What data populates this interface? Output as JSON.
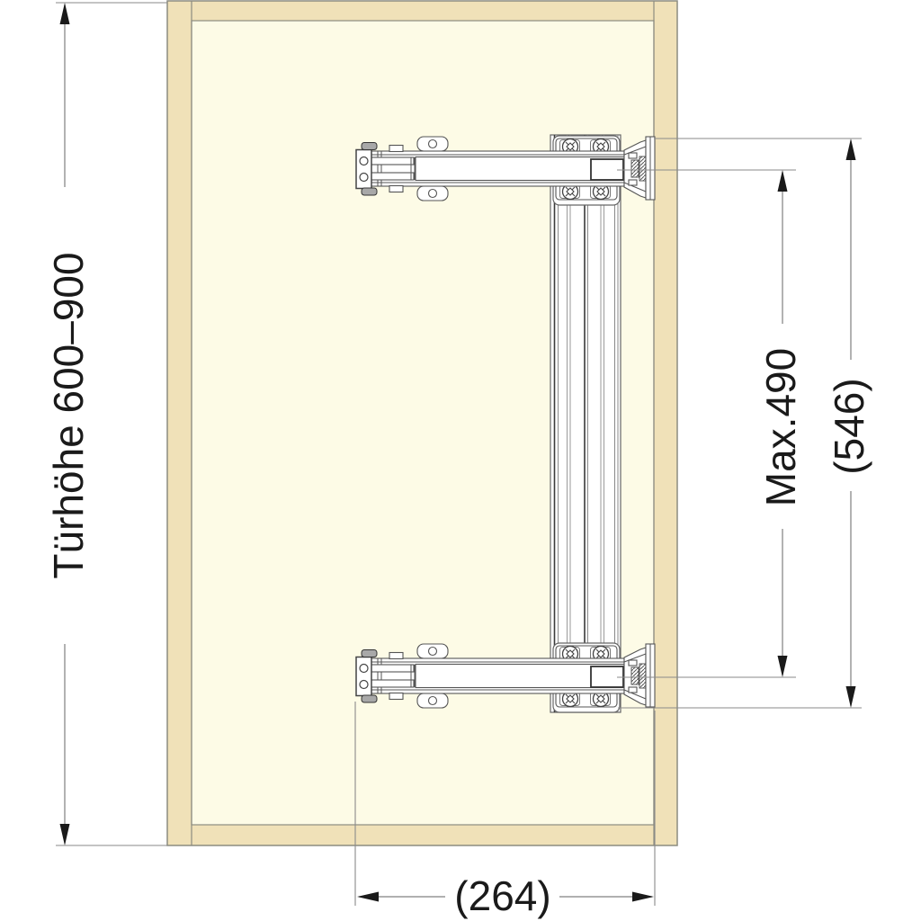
{
  "diagram": {
    "dimensions": {
      "door_height_label": "Türhöhe 600–900",
      "max_mounting_label": "Max.490",
      "overall_frame_label": "(546)",
      "depth_label": "(264)"
    },
    "colors": {
      "wood": "#f0e1b8",
      "interior": "#fdfbe6",
      "outline": "#8c8c80",
      "dimension_line": "#808080",
      "text": "#1a1a1a"
    }
  }
}
